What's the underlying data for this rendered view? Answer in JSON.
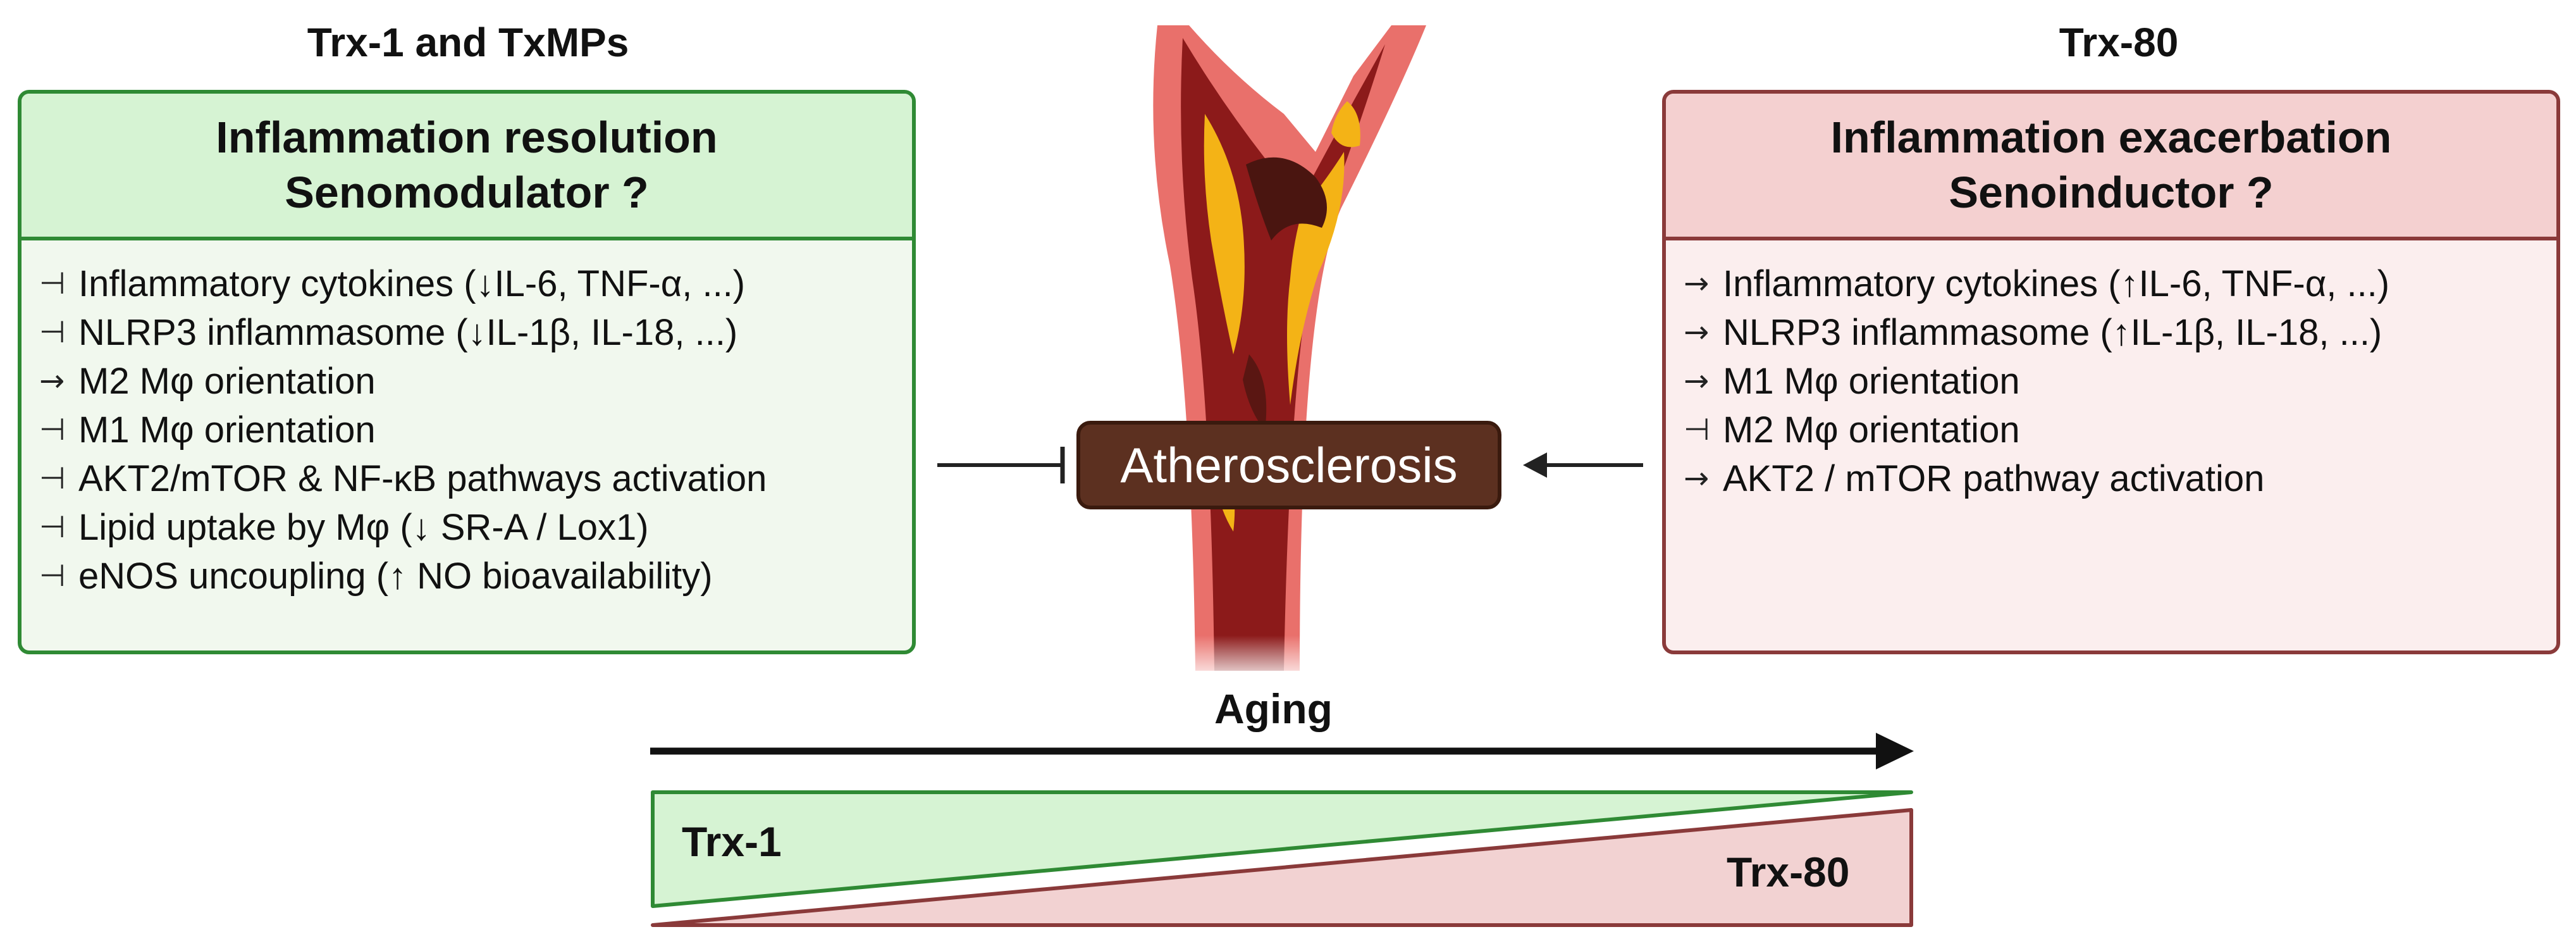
{
  "left": {
    "heading": "Trx-1 and TxMPs",
    "title_line1": "Inflammation resolution",
    "title_line2": "Senomodulator ?",
    "items": [
      {
        "symbol": "⊣",
        "text": "Inflammatory cytokines (↓IL-6, TNF-α, ...)"
      },
      {
        "symbol": "⊣",
        "text": "NLRP3 inflammasome (↓IL-1β, IL-18, ...)"
      },
      {
        "symbol": "→",
        "text": "M2 Mφ orientation"
      },
      {
        "symbol": "⊣",
        "text": "M1 Mφ orientation"
      },
      {
        "symbol": "⊣",
        "text": "AKT2/mTOR & NF-κB pathways activation"
      },
      {
        "symbol": "⊣",
        "text": "Lipid uptake by Mφ (↓ SR-A / Lox1)"
      },
      {
        "symbol": "⊣",
        "text": "eNOS uncoupling (↑ NO bioavailability)"
      }
    ],
    "color_border": "#2f8a34",
    "color_fill": "#d6f3d3"
  },
  "right": {
    "heading": "Trx-80",
    "title_line1": "Inflammation exacerbation",
    "title_line2": "Senoinductor ?",
    "items": [
      {
        "symbol": "→",
        "text": "Inflammatory cytokines (↑IL-6, TNF-α, ...)"
      },
      {
        "symbol": "→",
        "text": "NLRP3 inflammasome (↑IL-1β, IL-18, ...)"
      },
      {
        "symbol": "→",
        "text": "M1 Mφ orientation"
      },
      {
        "symbol": "⊣",
        "text": "M2 Mφ orientation"
      },
      {
        "symbol": "→",
        "text": "AKT2 / mTOR pathway activation"
      }
    ],
    "color_border": "#8a3a3a",
    "color_fill": "#f4d0d0"
  },
  "center": {
    "label": "Atherosclerosis",
    "label_color": "#5c3020"
  },
  "aging": {
    "label": "Aging",
    "trx1_label": "Trx-1",
    "trx80_label": "Trx-80"
  }
}
